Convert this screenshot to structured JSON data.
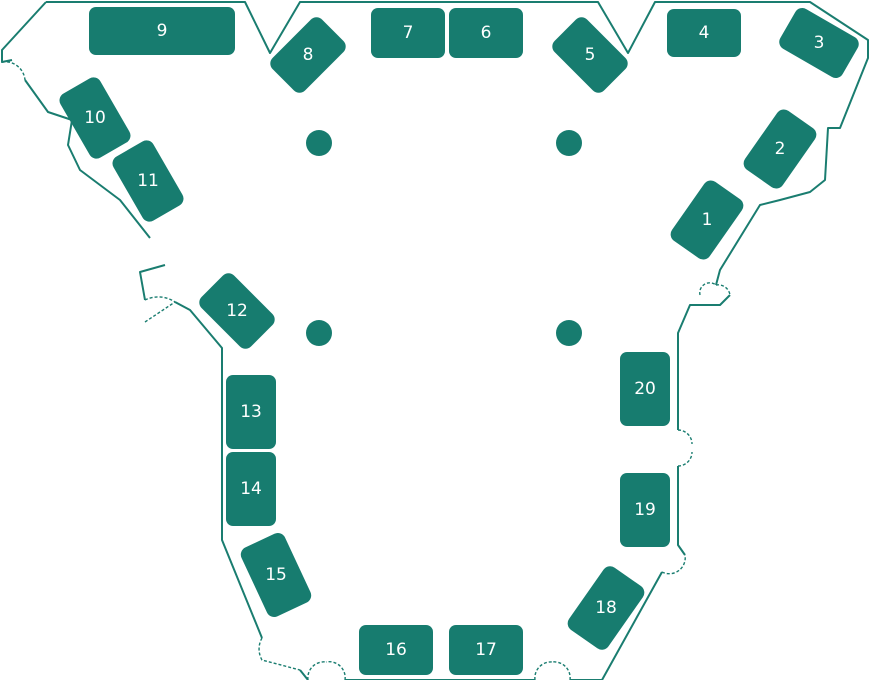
{
  "colors": {
    "booth": "#177c6f",
    "wall": "#1a7d70",
    "label": "#ffffff",
    "background": "#ffffff"
  },
  "booths": [
    {
      "label": "1"
    },
    {
      "label": "2"
    },
    {
      "label": "3"
    },
    {
      "label": "4"
    },
    {
      "label": "5"
    },
    {
      "label": "6"
    },
    {
      "label": "7"
    },
    {
      "label": "8"
    },
    {
      "label": "9"
    },
    {
      "label": "10"
    },
    {
      "label": "11"
    },
    {
      "label": "12"
    },
    {
      "label": "13"
    },
    {
      "label": "14"
    },
    {
      "label": "15"
    },
    {
      "label": "16"
    },
    {
      "label": "17"
    },
    {
      "label": "18"
    },
    {
      "label": "19"
    },
    {
      "label": "20"
    }
  ]
}
